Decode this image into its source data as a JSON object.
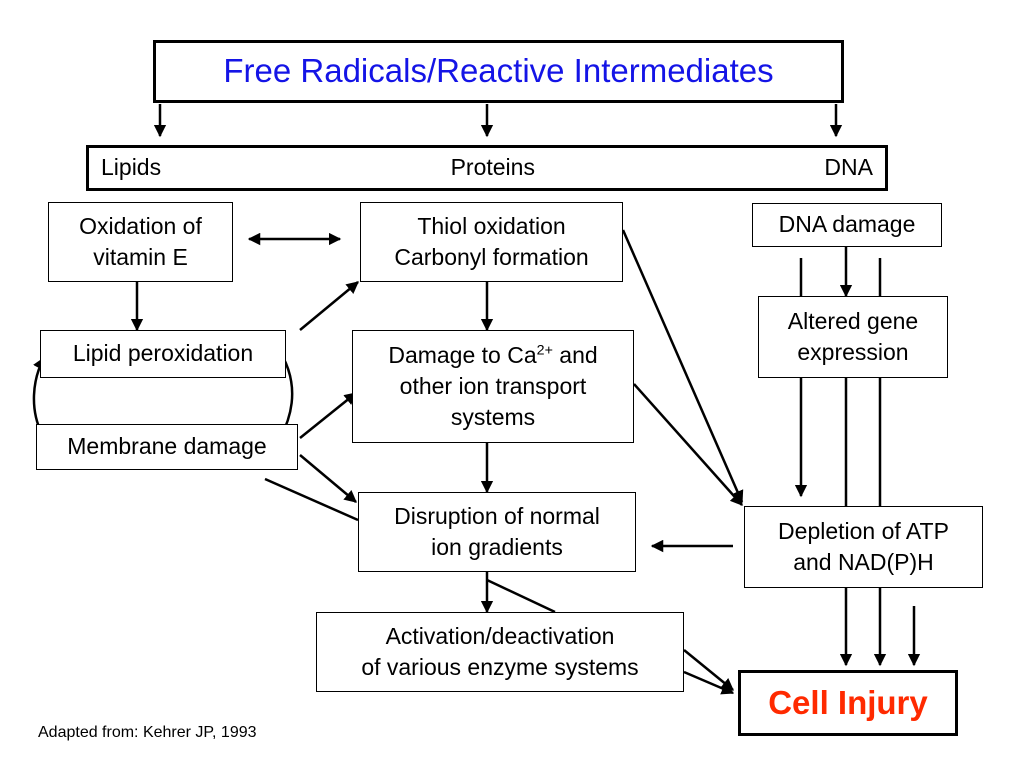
{
  "title": "Free Radicals/Reactive Intermediates",
  "categories": {
    "lipids": "Lipids",
    "proteins": "Proteins",
    "dna": "DNA"
  },
  "nodes": {
    "oxidation_vitamin_e": [
      "Oxidation of",
      "vitamin E"
    ],
    "thiol_oxidation": [
      "Thiol oxidation",
      "Carbonyl formation"
    ],
    "dna_damage": "DNA damage",
    "lipid_peroxidation": "Lipid peroxidation",
    "membrane_damage": "Membrane damage",
    "damage_ca": {
      "line1_prefix": "Damage to Ca",
      "line1_sup": "2+",
      "line1_suffix": " and",
      "line2": "other ion transport",
      "line3": "systems"
    },
    "altered_gene": [
      "Altered gene",
      "expression"
    ],
    "disruption_ion": [
      "Disruption of normal",
      "ion gradients"
    ],
    "depletion_atp": [
      "Depletion of ATP",
      "and NAD(P)H"
    ],
    "activation_enzyme": [
      "Activation/deactivation",
      "of various enzyme systems"
    ],
    "cell_injury": "Cell Injury"
  },
  "source_note": "Adapted from: Kehrer JP, 1993",
  "colors": {
    "title_text": "#1414e6",
    "cell_injury_text": "#ff2a00",
    "lines": "#000000"
  }
}
